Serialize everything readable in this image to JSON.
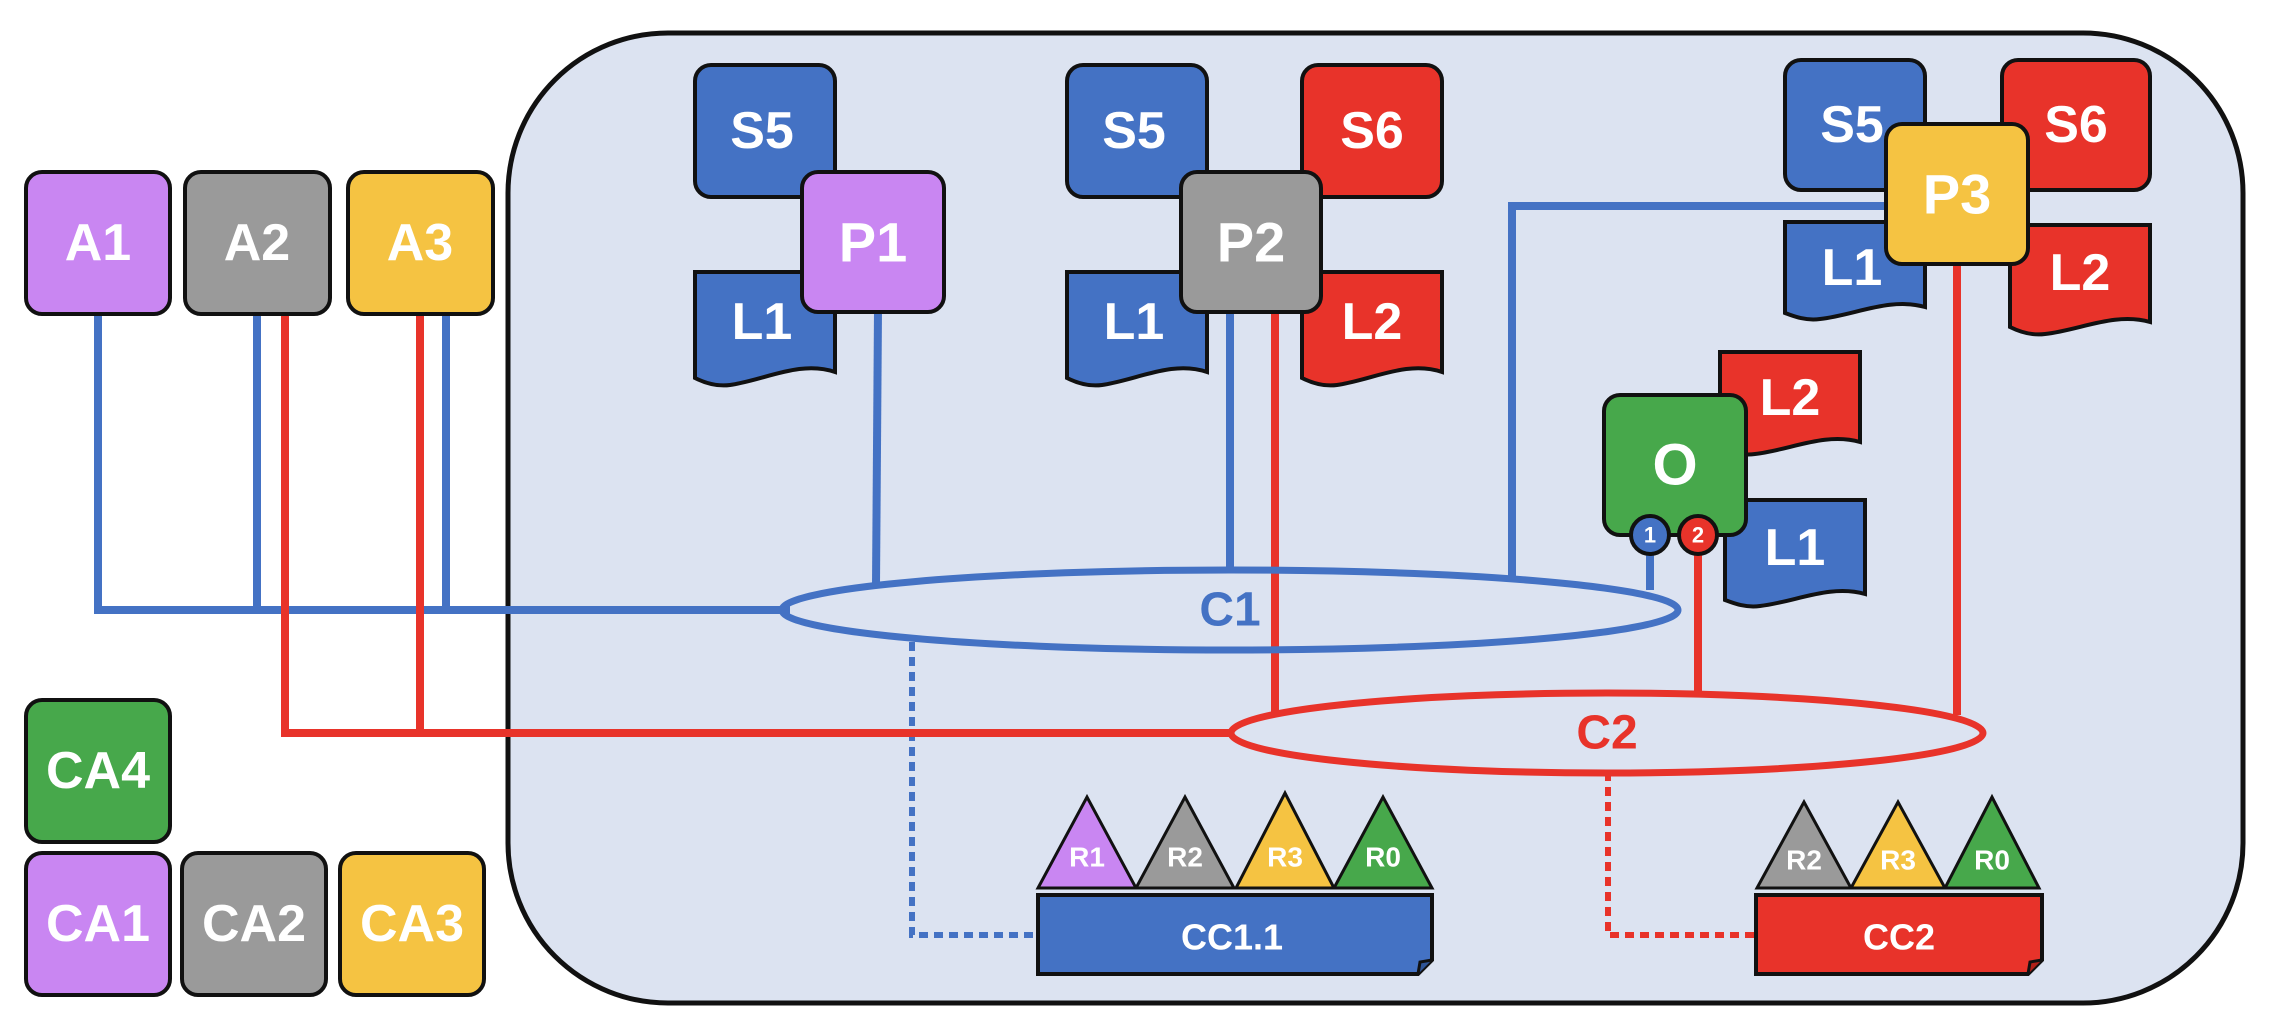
{
  "colors": {
    "purple": "#C986F2",
    "gray": "#9A9A9A",
    "yellow": "#F5C342",
    "green": "#47A84B",
    "blue": "#4472C4",
    "red": "#E8332A",
    "network_bg": "#DCE3F1"
  },
  "applications": [
    {
      "label": "A1",
      "color": "purple"
    },
    {
      "label": "A2",
      "color": "gray"
    },
    {
      "label": "A3",
      "color": "yellow"
    }
  ],
  "certificate_authorities": [
    {
      "label": "CA4",
      "color": "green"
    },
    {
      "label": "CA1",
      "color": "purple"
    },
    {
      "label": "CA2",
      "color": "gray"
    },
    {
      "label": "CA3",
      "color": "yellow"
    }
  ],
  "peers": [
    {
      "label": "P1",
      "color": "purple",
      "smart_contracts": [
        "S5"
      ],
      "ledgers": [
        "L1"
      ]
    },
    {
      "label": "P2",
      "color": "gray",
      "smart_contracts": [
        "S5",
        "S6"
      ],
      "ledgers": [
        "L1",
        "L2"
      ]
    },
    {
      "label": "P3",
      "color": "yellow",
      "smart_contracts": [
        "S5",
        "S6"
      ],
      "ledgers": [
        "L1",
        "L2"
      ]
    }
  ],
  "orderer": {
    "label": "O",
    "color": "green",
    "ledgers": [
      "L2",
      "L1"
    ],
    "badges": [
      {
        "label": "1",
        "color": "blue"
      },
      {
        "label": "2",
        "color": "red"
      }
    ]
  },
  "channels": [
    {
      "label": "C1",
      "color": "blue"
    },
    {
      "label": "C2",
      "color": "red"
    }
  ],
  "channel_configs": [
    {
      "label": "CC1.1",
      "color": "blue",
      "roles": [
        {
          "label": "R1",
          "color": "purple"
        },
        {
          "label": "R2",
          "color": "gray"
        },
        {
          "label": "R3",
          "color": "yellow"
        },
        {
          "label": "R0",
          "color": "green"
        }
      ]
    },
    {
      "label": "CC2",
      "color": "red",
      "roles": [
        {
          "label": "R2",
          "color": "gray"
        },
        {
          "label": "R3",
          "color": "yellow"
        },
        {
          "label": "R0",
          "color": "green"
        }
      ]
    }
  ]
}
